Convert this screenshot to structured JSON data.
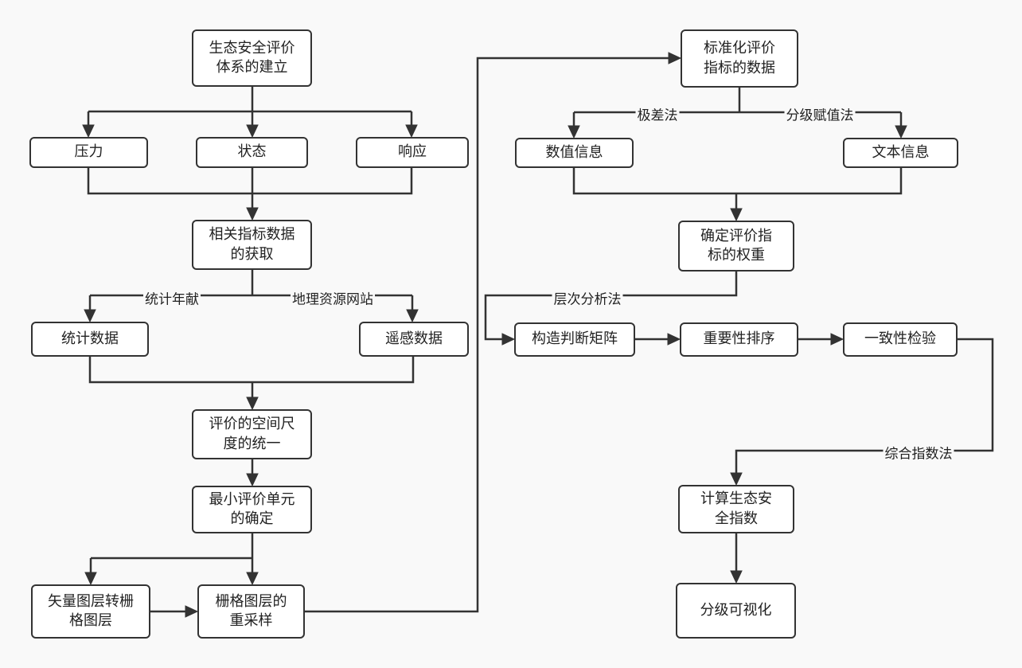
{
  "nodes": {
    "system": "生态安全评价\n体系的建立",
    "pressure": "压力",
    "state": "状态",
    "response": "响应",
    "acquire": "相关指标数据\n的获取",
    "stat_data": "统计数据",
    "rs_data": "遥感数据",
    "unify": "评价的空间尺\n度的统一",
    "min_unit": "最小评价单元\n的确定",
    "vec2ras": "矢量图层转栅\n格图层",
    "resample": "栅格图层的\n重采样",
    "standardize": "标准化评价\n指标的数据",
    "numeric": "数值信息",
    "text_info": "文本信息",
    "weight": "确定评价指\n标的权重",
    "matrix": "构造判断矩阵",
    "ranking": "重要性排序",
    "consistency": "一致性检验",
    "calc_index": "计算生态安\n全指数",
    "visualize": "分级可视化"
  },
  "edge_labels": {
    "yearbook": "统计年献",
    "geo_site": "地理资源网站",
    "range_method": "极差法",
    "grading_method": "分级赋值法",
    "ahp": "层次分析法",
    "composite_index": "综合指数法"
  }
}
